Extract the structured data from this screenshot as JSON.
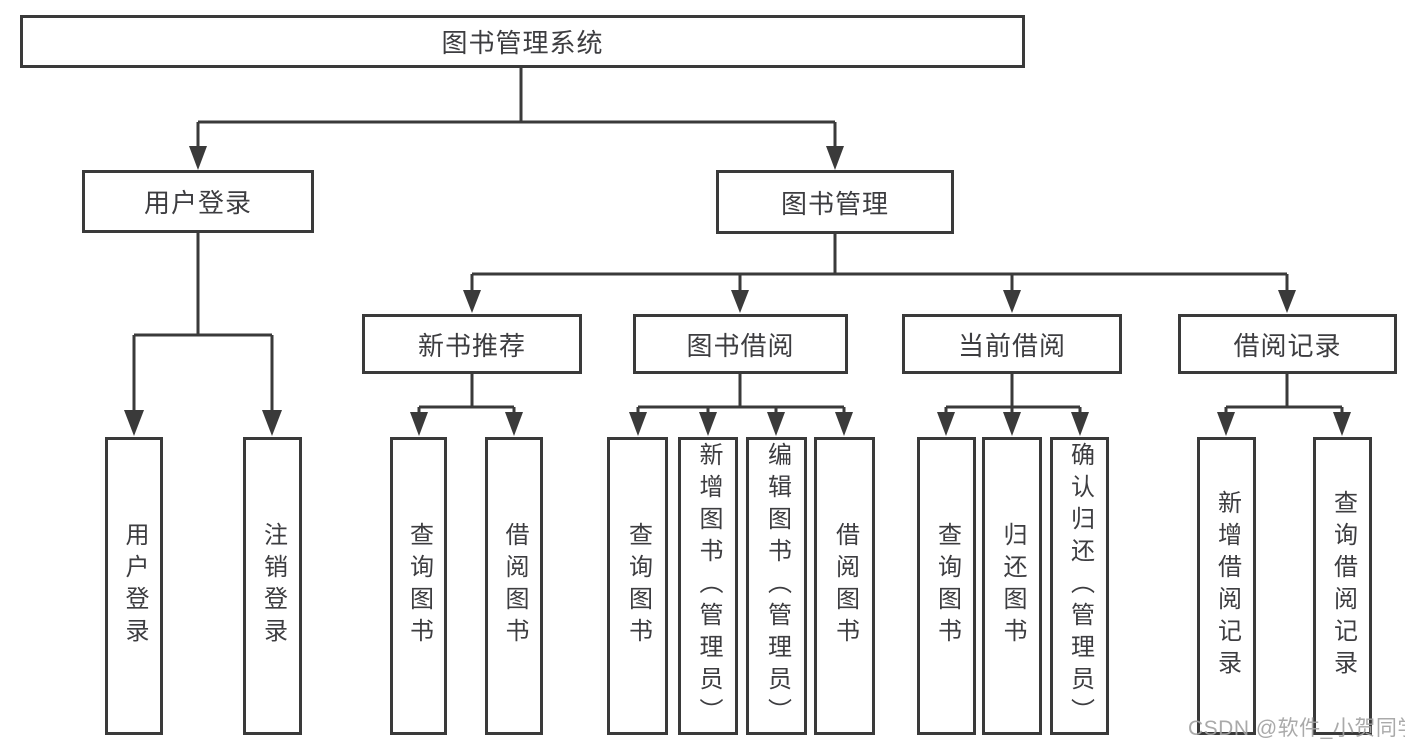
{
  "colors": {
    "line": "#3a3a3a",
    "text": "#3d3d40",
    "background": "#ffffff",
    "watermark": "#a3a3a3"
  },
  "watermark": "CSDN @软件_小贺同学",
  "tree": {
    "root": {
      "label": "图书管理系统"
    },
    "branches": [
      {
        "label": "用户登录",
        "leaves": [
          {
            "label": "用户登录"
          },
          {
            "label": "注销登录"
          }
        ]
      },
      {
        "label": "图书管理",
        "groups": [
          {
            "label": "新书推荐",
            "leaves": [
              {
                "label": "查询图书"
              },
              {
                "label": "借阅图书"
              }
            ]
          },
          {
            "label": "图书借阅",
            "leaves": [
              {
                "label": "查询图书"
              },
              {
                "label": "新增图书（管理员）"
              },
              {
                "label": "编辑图书（管理员）"
              },
              {
                "label": "借阅图书"
              }
            ]
          },
          {
            "label": "当前借阅",
            "leaves": [
              {
                "label": "查询图书"
              },
              {
                "label": "归还图书"
              },
              {
                "label": "确认归还（管理员）"
              }
            ]
          },
          {
            "label": "借阅记录",
            "leaves": [
              {
                "label": "新增借阅记录"
              },
              {
                "label": "查询借阅记录"
              }
            ]
          }
        ]
      }
    ]
  }
}
